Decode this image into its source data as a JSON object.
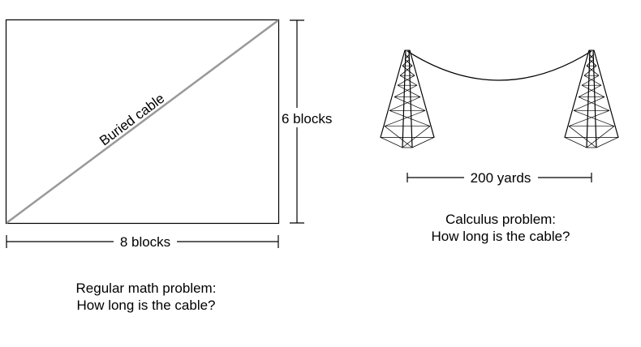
{
  "left_diagram": {
    "cable_label": "Buried cable",
    "height_label": "6 blocks",
    "width_label": "8 blocks",
    "caption_line1": "Regular math problem:",
    "caption_line2": "How long is the cable?"
  },
  "right_diagram": {
    "span_label": "200 yards",
    "caption_line1": "Calculus problem:",
    "caption_line2": "How long is the cable?"
  },
  "colors": {
    "line": "#000000",
    "cable": "#999999"
  }
}
